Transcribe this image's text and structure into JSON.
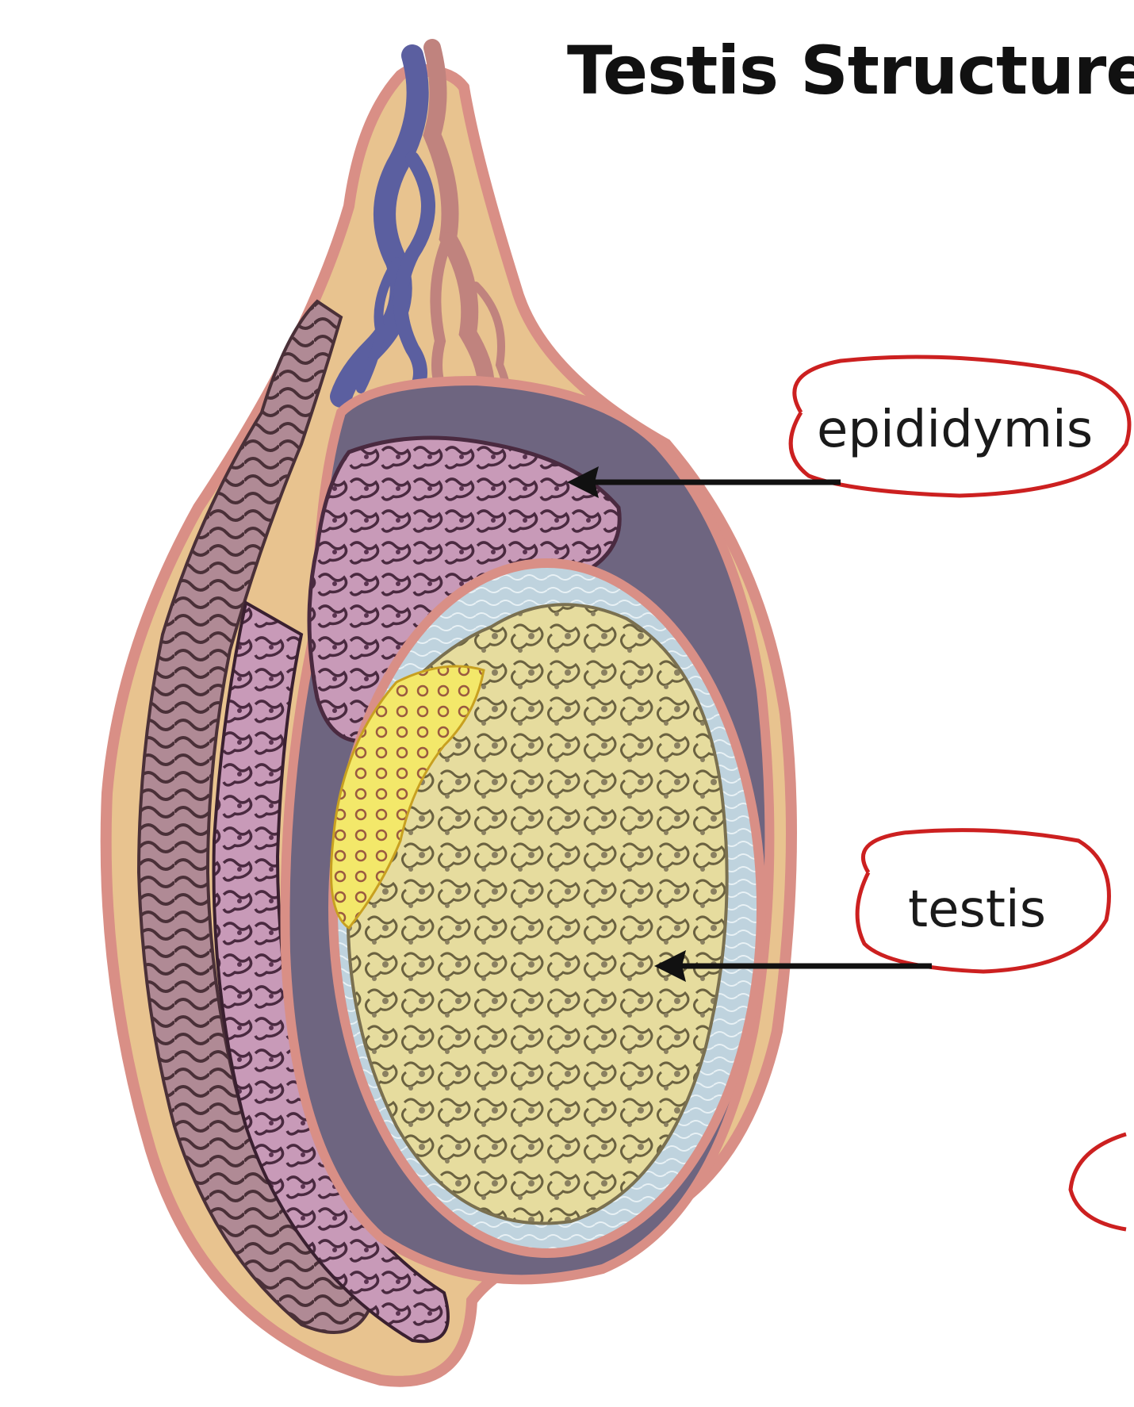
{
  "title": "Testis Structure",
  "labels": {
    "epididymis": "epididymis",
    "testis": "testis"
  },
  "colors": {
    "skin": "#e8c38f",
    "outline": "#d98f86",
    "tunica": "#6e6580",
    "fluid": "#b9cfdc",
    "seminiferous": "#e3d89a",
    "rete": "#f0e25a",
    "epididymis": "#b585a8",
    "vas": "#9c7a86",
    "vein": "#5b5fa0",
    "artery": "#c0837e",
    "annotation": "#cc2020"
  }
}
